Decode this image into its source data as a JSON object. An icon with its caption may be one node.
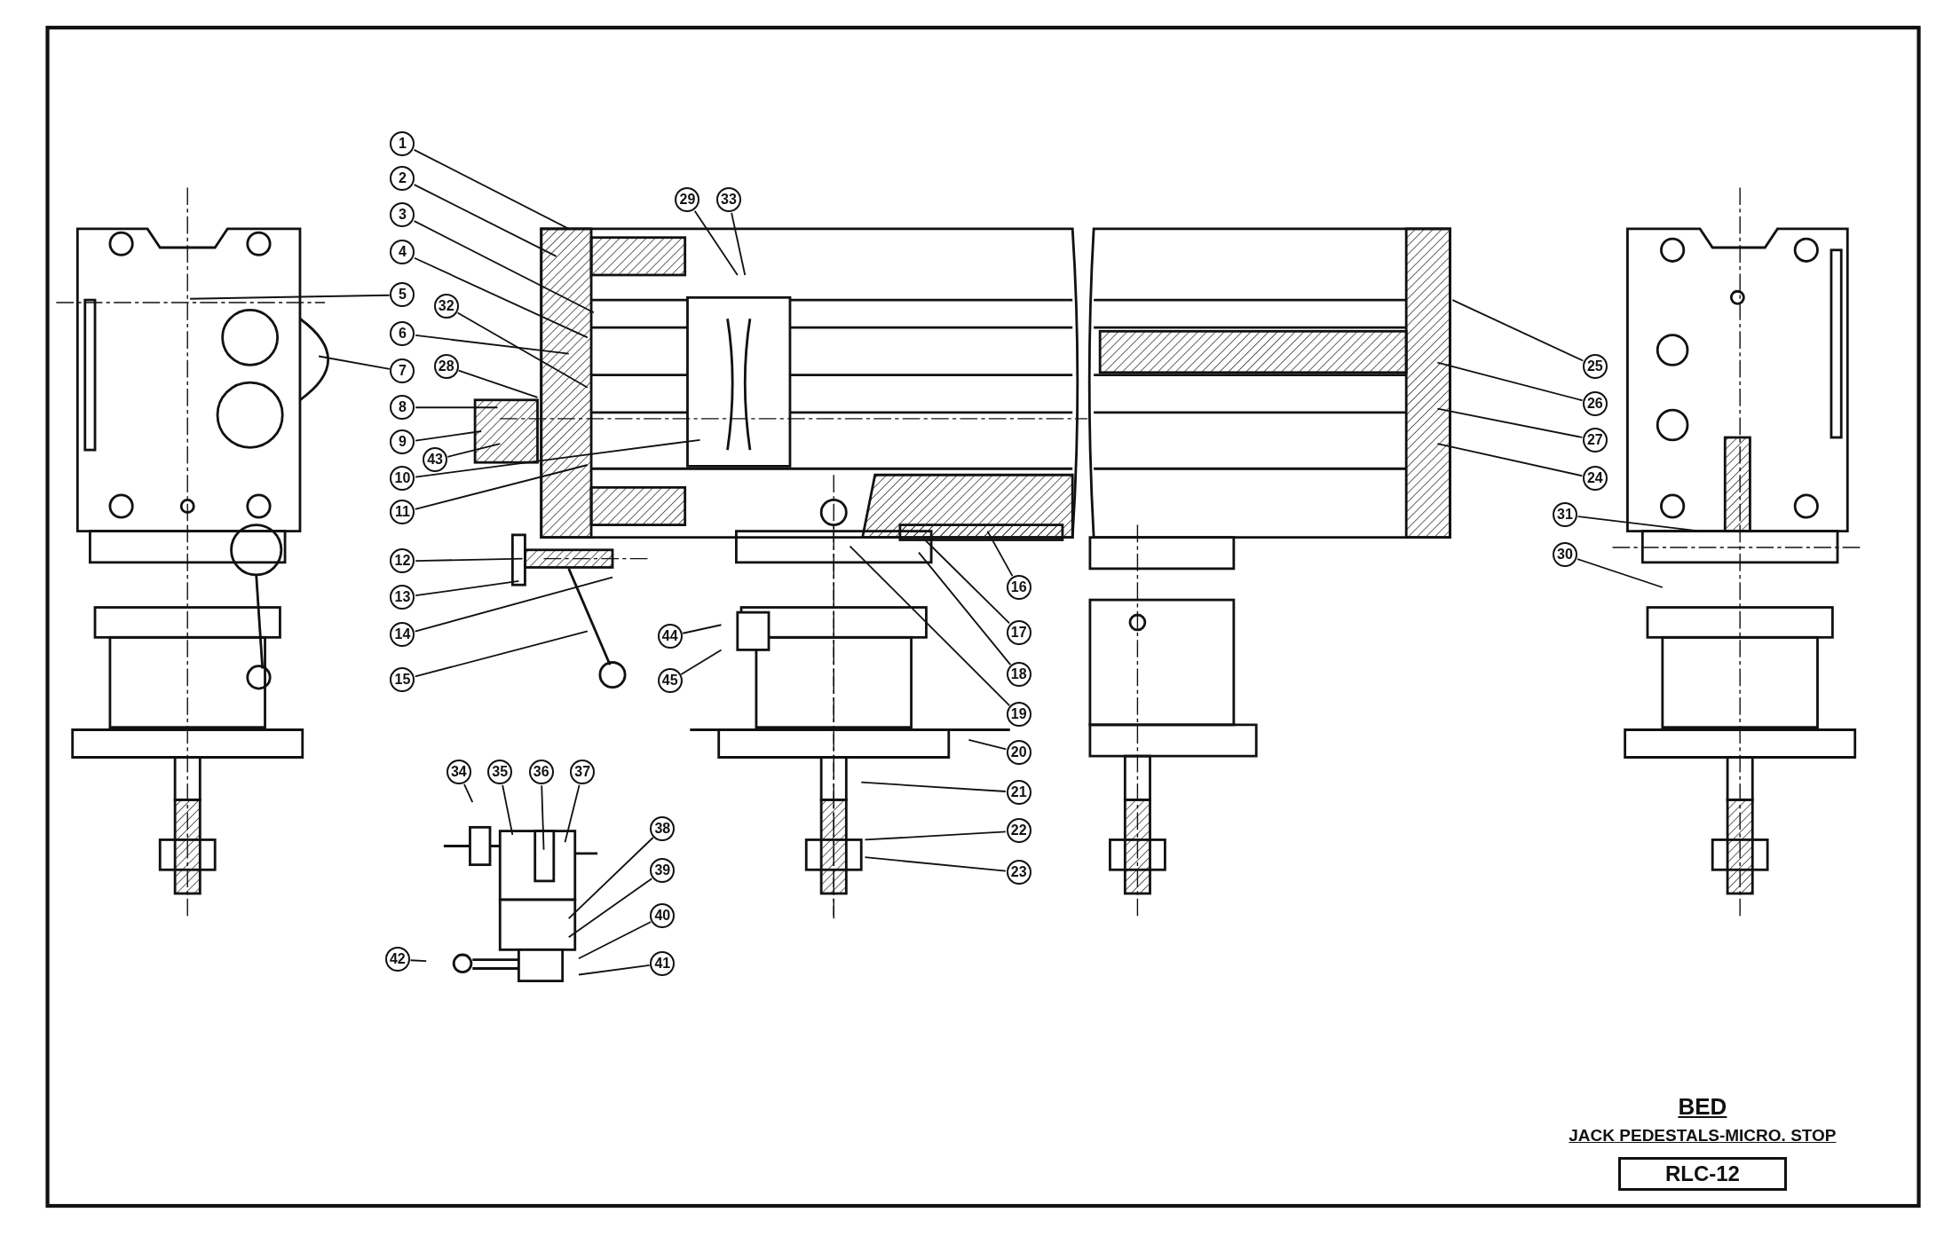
{
  "diagram": {
    "title": "BED",
    "nodes": [
      {
        "text": [
          "1"
        ]
      },
      {
        "text": [
          "2"
        ]
      },
      {
        "text": [
          "3"
        ]
      },
      {
        "text": [
          "4"
        ]
      },
      {
        "text": [
          "5"
        ]
      },
      {
        "text": [
          "6"
        ]
      },
      {
        "text": [
          "7"
        ]
      },
      {
        "text": [
          "8"
        ]
      },
      {
        "text": [
          "9"
        ]
      },
      {
        "text": [
          "10"
        ]
      },
      {
        "text": [
          "11"
        ]
      },
      {
        "text": [
          "12"
        ]
      },
      {
        "text": [
          "13"
        ]
      },
      {
        "text": [
          "14"
        ]
      },
      {
        "text": [
          "15"
        ]
      },
      {
        "text": [
          "16"
        ]
      },
      {
        "text": [
          "17"
        ]
      },
      {
        "text": [
          "18"
        ]
      },
      {
        "text": [
          "19"
        ]
      },
      {
        "text": [
          "20"
        ]
      },
      {
        "text": [
          "21"
        ]
      },
      {
        "text": [
          "22"
        ]
      },
      {
        "text": [
          "23"
        ]
      },
      {
        "text": [
          "24"
        ]
      },
      {
        "text": [
          "25"
        ]
      },
      {
        "text": [
          "26"
        ]
      },
      {
        "text": [
          "27"
        ]
      },
      {
        "text": [
          "28"
        ]
      },
      {
        "text": [
          "29"
        ]
      },
      {
        "text": [
          "30"
        ]
      },
      {
        "text": [
          "31"
        ]
      },
      {
        "text": [
          "32"
        ]
      },
      {
        "text": [
          "33"
        ]
      },
      {
        "text": [
          "34"
        ]
      },
      {
        "text": [
          "35"
        ]
      },
      {
        "text": [
          "36"
        ]
      },
      {
        "text": [
          "37"
        ]
      },
      {
        "text": [
          "38"
        ]
      },
      {
        "text": [
          "39"
        ]
      },
      {
        "text": [
          "40"
        ]
      },
      {
        "text": [
          "41"
        ]
      },
      {
        "text": [
          "42"
        ]
      },
      {
        "text": [
          "43"
        ]
      },
      {
        "text": [
          "44"
        ]
      },
      {
        "text": [
          "45"
        ]
      }
    ],
    "edges": [
      {
        "from": 0,
        "to": null,
        "arrow": "none"
      },
      {
        "from": 1,
        "to": null,
        "arrow": "none"
      },
      {
        "from": 2,
        "to": null,
        "arrow": "none"
      },
      {
        "from": 3,
        "to": null,
        "arrow": "none"
      },
      {
        "from": 4,
        "to": null,
        "arrow": "none"
      },
      {
        "from": 5,
        "to": null,
        "arrow": "none"
      },
      {
        "from": 6,
        "to": null,
        "arrow": "none"
      },
      {
        "from": 7,
        "to": null,
        "arrow": "none"
      },
      {
        "from": 8,
        "to": null,
        "arrow": "none"
      },
      {
        "from": 9,
        "to": null,
        "arrow": "none"
      },
      {
        "from": 10,
        "to": null,
        "arrow": "none"
      },
      {
        "from": 11,
        "to": null,
        "arrow": "none"
      },
      {
        "from": 12,
        "to": null,
        "arrow": "none"
      },
      {
        "from": 13,
        "to": null,
        "arrow": "none"
      },
      {
        "from": 14,
        "to": null,
        "arrow": "none"
      },
      {
        "from": 15,
        "to": null,
        "arrow": "none"
      },
      {
        "from": 16,
        "to": null,
        "arrow": "none"
      },
      {
        "from": 17,
        "to": null,
        "arrow": "none"
      },
      {
        "from": 18,
        "to": null,
        "arrow": "none"
      },
      {
        "from": 19,
        "to": null,
        "arrow": "none"
      },
      {
        "from": 20,
        "to": null,
        "arrow": "none"
      },
      {
        "from": 21,
        "to": null,
        "arrow": "none"
      },
      {
        "from": 22,
        "to": null,
        "arrow": "none"
      },
      {
        "from": 23,
        "to": null,
        "arrow": "none"
      },
      {
        "from": 24,
        "to": null,
        "arrow": "none"
      },
      {
        "from": 25,
        "to": null,
        "arrow": "none"
      },
      {
        "from": 26,
        "to": null,
        "arrow": "none"
      },
      {
        "from": 27,
        "to": null,
        "arrow": "none"
      },
      {
        "from": 28,
        "to": null,
        "arrow": "none"
      },
      {
        "from": 29,
        "to": null,
        "arrow": "none"
      },
      {
        "from": 30,
        "to": null,
        "arrow": "none"
      },
      {
        "from": 31,
        "to": null,
        "arrow": "none"
      },
      {
        "from": 32,
        "to": null,
        "arrow": "none"
      },
      {
        "from": 33,
        "to": null,
        "arrow": "none"
      },
      {
        "from": 34,
        "to": null,
        "arrow": "none"
      },
      {
        "from": 35,
        "to": null,
        "arrow": "none"
      },
      {
        "from": 36,
        "to": null,
        "arrow": "none"
      },
      {
        "from": 37,
        "to": null,
        "arrow": "none"
      },
      {
        "from": 38,
        "to": null,
        "arrow": "none"
      },
      {
        "from": 39,
        "to": null,
        "arrow": "none"
      },
      {
        "from": 40,
        "to": null,
        "arrow": "none"
      },
      {
        "from": 41,
        "to": null,
        "arrow": "none"
      },
      {
        "from": 42,
        "to": null,
        "arrow": "none"
      },
      {
        "from": 43,
        "to": null,
        "arrow": "none"
      },
      {
        "from": 44,
        "to": null,
        "arrow": "none"
      }
    ],
    "labels": [
      "JACK PEDESTALS-MICRO. STOP",
      "RLC-12"
    ]
  }
}
